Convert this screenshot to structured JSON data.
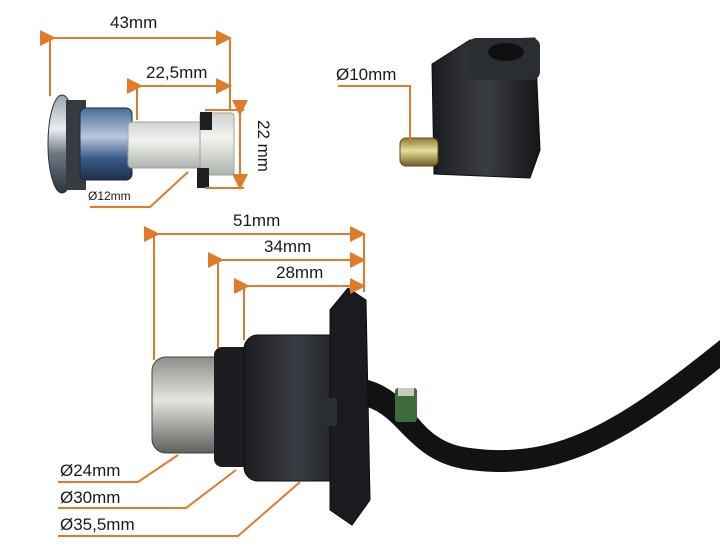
{
  "accent_color": "#e07b2a",
  "lock_cylinder": {
    "length_total": "43mm",
    "length_body": "22,5mm",
    "height": "22 mm",
    "shaft_diameter": "Ø12mm"
  },
  "seat_lock": {
    "pin_diameter": "Ø10mm"
  },
  "ignition_switch": {
    "length_total": "51mm",
    "length_mid": "34mm",
    "length_short": "28mm",
    "diameter_small": "Ø24mm",
    "diameter_mid": "Ø30mm",
    "diameter_large": "Ø35,5mm"
  }
}
